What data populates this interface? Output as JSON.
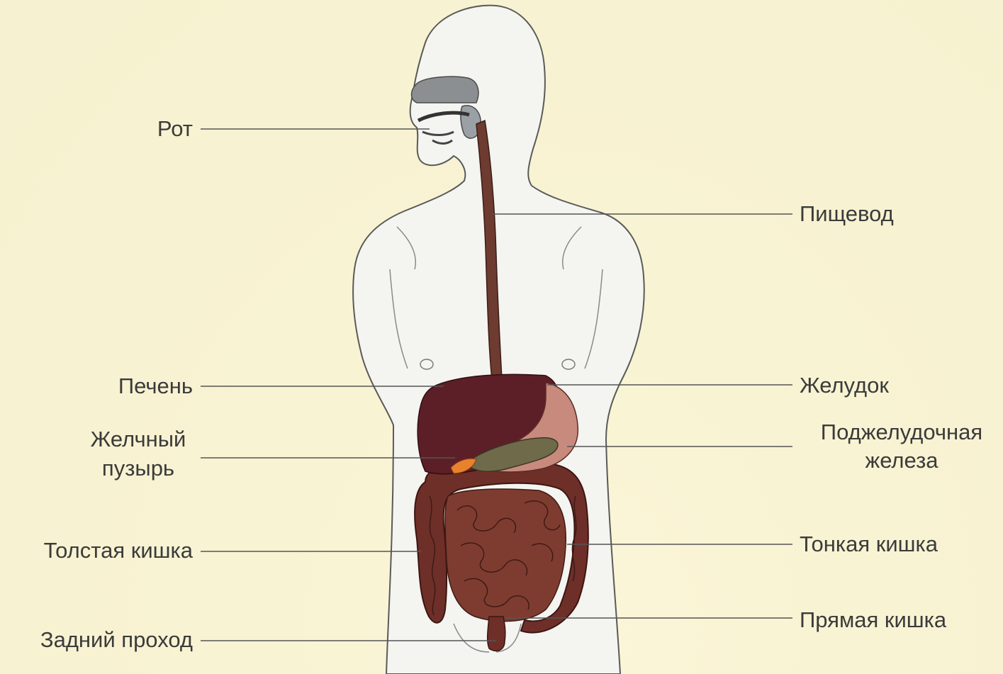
{
  "diagram": {
    "labels_left": {
      "mouth": "Рот",
      "liver": "Печень",
      "gallbladder_line1": "Желчный",
      "gallbladder_line2": "пузырь",
      "large_intestine": "Толстая кишка",
      "anus": "Задний проход"
    },
    "labels_right": {
      "esophagus": "Пищевод",
      "stomach": "Желудок",
      "pancreas_line1": "Поджелудочная",
      "pancreas_line2": "железа",
      "small_intestine": "Тонкая кишка",
      "rectum": "Прямая кишка"
    },
    "colors": {
      "background": "#f6f1d0",
      "body": "#f4f4f0",
      "outline": "#5a5a5a",
      "esophagus": "#6e3b30",
      "liver": "#5d1f27",
      "stomach": "#c98a7e",
      "pancreas": "#6f6a4a",
      "gallbladder": "#e8822c",
      "intestine": "#7a3a2e",
      "mouth": "#8b8f92",
      "leader": "#555555"
    }
  }
}
